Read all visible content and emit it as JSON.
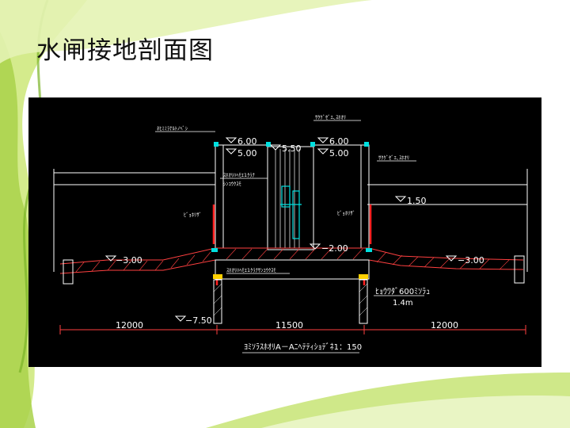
{
  "slide": {
    "title": "水闸接地剖面图",
    "colors": {
      "background": "#ffffff",
      "leaf_green_light": "#d4eb8c",
      "leaf_green": "#a9d24a",
      "leaf_green_dark": "#7ab327",
      "drawing_background": "#000000"
    }
  },
  "drawing": {
    "elevations": {
      "left_top": "6.00",
      "left_second": "5.00",
      "center_top": "5.50",
      "right_top": "6.00",
      "right_second": "5.00",
      "right_bank": "1.50",
      "left_floor": "−3.00",
      "center_floor": "−2.00",
      "right_floor": "−3.00",
      "pile_bottom": "−7.50"
    },
    "dimensions": {
      "left_span": "12000",
      "center_span": "11500",
      "right_span": "12000"
    },
    "annotations": {
      "top_left": "ﾈﾋﾐﾐﾗﾅﾙﾄﾉﾍﾞｼ",
      "top_right": "ｻｸｹﾞｾﾞｴ､ｽﾎｵﾘ",
      "right_side": "ｻｸｹﾞｾﾞｴ､ｽﾎｵﾘ",
      "gate_upper_line1": "ｽﾎｵﾘﾊﾍﾓｴ1ｸﾗﾅ",
      "gate_upper_line2": "ｼﾝｺｳｸｽﾓ",
      "left_wall": "ﾋﾞｮﾎﾘｻﾞ",
      "right_wall": "ﾋﾞｮﾎﾘｻﾞ",
      "gate_lower": "ｽﾎｵﾘﾊﾍﾓｴ1ｸﾗﾅｻﾝｺｳｸｽﾓ",
      "pile_line1": "ﾋｮｳﾜﾀﾞ600ﾐｿﾗｭ",
      "pile_line2": "1.4m",
      "caption": "ﾖﾐｿﾗｽﾎｵﾘA－Aﾆﾍﾃﾃｨｼｮﾃﾞﾈ1：150"
    }
  }
}
